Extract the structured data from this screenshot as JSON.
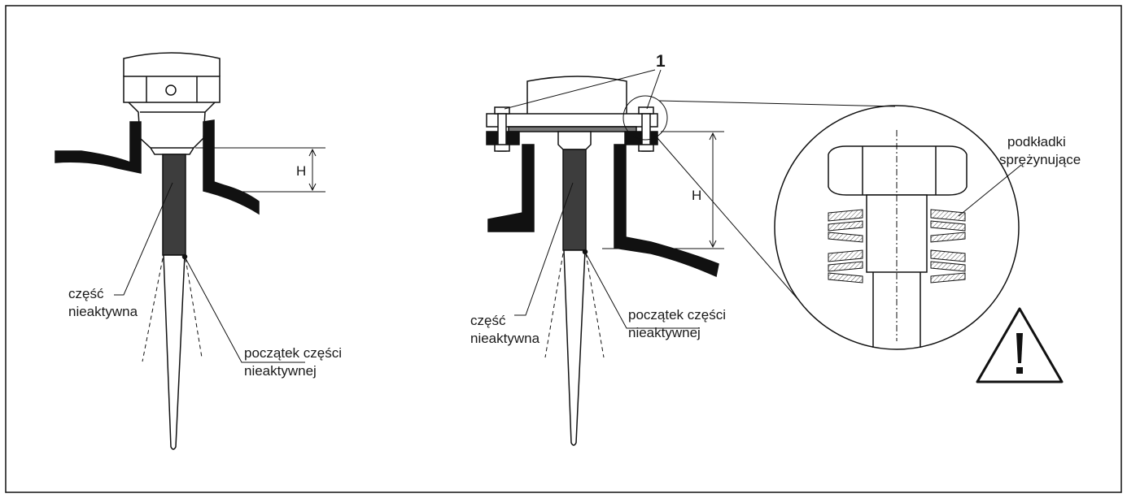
{
  "left_figure": {
    "label_inactive_part": [
      "część",
      "nieaktywna"
    ],
    "label_inactive_start": [
      "początek części",
      "nieaktywnej"
    ],
    "dimension_label": "H"
  },
  "middle_figure": {
    "callout_number": "1",
    "label_inactive_part": [
      "część",
      "nieaktywna"
    ],
    "label_inactive_start": [
      "początek części",
      "nieaktywnej"
    ],
    "dimension_label": "H"
  },
  "detail_view": {
    "label_spring_washers": [
      "podkładki",
      "sprężynujące"
    ]
  },
  "warning": {
    "icon": "warning-triangle-icon"
  }
}
